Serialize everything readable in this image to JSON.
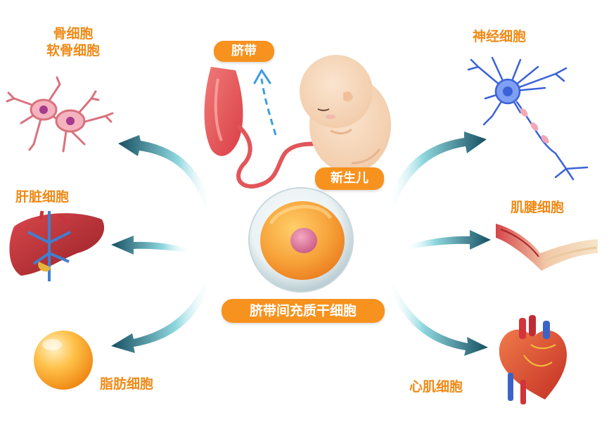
{
  "colors": {
    "label": "#f08a16",
    "pill_bg": "#f7921e",
    "pill_text": "#ffffff",
    "arrow_dark": "#1d5c6e",
    "arrow_light": "#7fd3dc"
  },
  "center": {
    "title": "脐带间充质干细胞",
    "icon": "stem-cell-icon"
  },
  "top": {
    "umbilical_cord_label": "脐带",
    "newborn_label": "新生儿",
    "umbilical_icon": "umbilical-cord-icon",
    "baby_icon": "fetus-icon"
  },
  "cells": {
    "bone": {
      "line1": "骨细胞",
      "line2": "软骨细胞",
      "icon": "bone-cell-icon"
    },
    "liver": {
      "label": "肝脏细胞",
      "icon": "liver-icon"
    },
    "fat": {
      "label": "脂肪细胞",
      "icon": "fat-cell-icon"
    },
    "nerve": {
      "label": "神经细胞",
      "icon": "neuron-icon"
    },
    "tendon": {
      "label": "肌腱细胞",
      "icon": "tendon-icon"
    },
    "heart": {
      "label": "心肌细胞",
      "icon": "heart-icon"
    }
  }
}
